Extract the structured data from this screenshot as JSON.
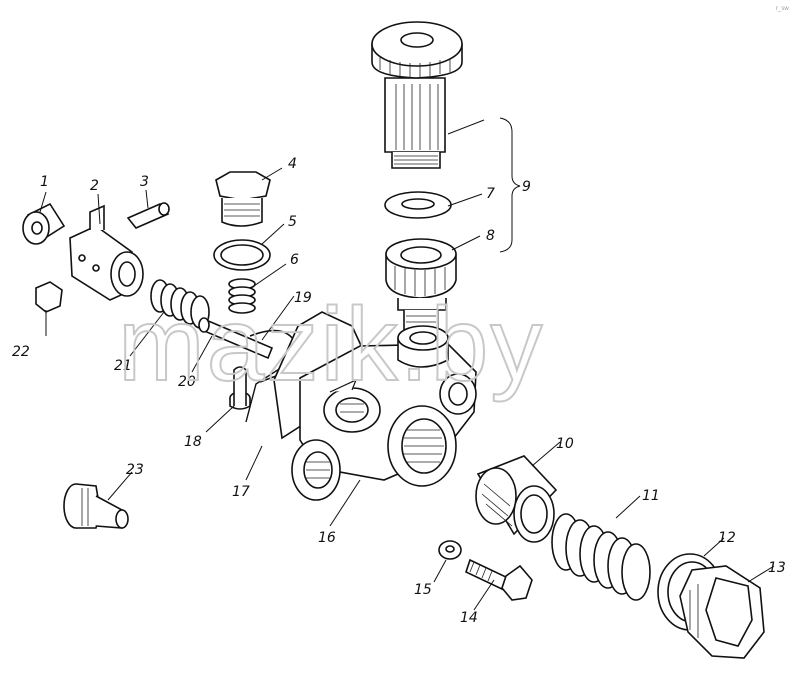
{
  "figure": {
    "watermark": "mazik.by",
    "corner_mark": "r_sw",
    "group_bracket_label": "9",
    "callouts": [
      {
        "id": "1",
        "label": "1"
      },
      {
        "id": "2",
        "label": "2"
      },
      {
        "id": "3",
        "label": "3"
      },
      {
        "id": "4",
        "label": "4"
      },
      {
        "id": "5",
        "label": "5"
      },
      {
        "id": "6",
        "label": "6"
      },
      {
        "id": "7",
        "label": "7"
      },
      {
        "id": "8",
        "label": "8"
      },
      {
        "id": "10",
        "label": "10"
      },
      {
        "id": "11",
        "label": "11"
      },
      {
        "id": "12",
        "label": "12"
      },
      {
        "id": "13",
        "label": "13"
      },
      {
        "id": "14",
        "label": "14"
      },
      {
        "id": "15",
        "label": "15"
      },
      {
        "id": "16",
        "label": "16"
      },
      {
        "id": "17",
        "label": "17"
      },
      {
        "id": "18",
        "label": "18"
      },
      {
        "id": "19",
        "label": "19"
      },
      {
        "id": "20",
        "label": "20"
      },
      {
        "id": "21",
        "label": "21"
      },
      {
        "id": "22",
        "label": "22"
      },
      {
        "id": "23",
        "label": "23"
      }
    ]
  }
}
